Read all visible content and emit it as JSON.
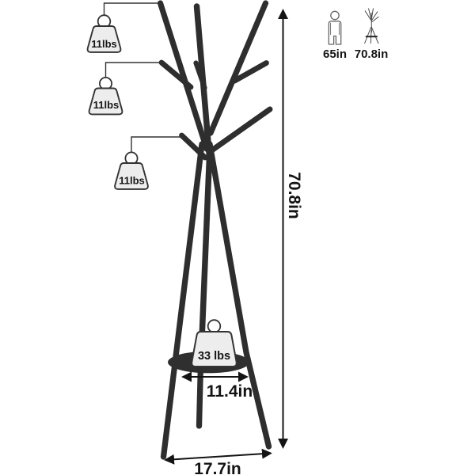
{
  "figure": {
    "type": "product-dimension-diagram",
    "product": "coat rack tree with shelf",
    "colors": {
      "background": "#ffffff",
      "frame": "#2e2e2e",
      "outline": "#333333",
      "weight_fill": "#ededed",
      "text": "#141414"
    },
    "dimensions": {
      "height_label": "70.8in",
      "shelf_diameter_label": "11.4in",
      "base_width_label": "17.7in"
    },
    "weights": {
      "hook_capacity_labels": [
        "11lbs",
        "11lbs",
        "11lbs"
      ],
      "shelf_capacity_label": "33 lbs"
    },
    "comparison": {
      "person_height_label": "65in",
      "rack_height_label": "70.8in"
    },
    "icons": {
      "weight": "weight-icon",
      "person": "person-icon",
      "rack": "coat-rack-icon",
      "arrow": "dimension-arrow"
    }
  }
}
